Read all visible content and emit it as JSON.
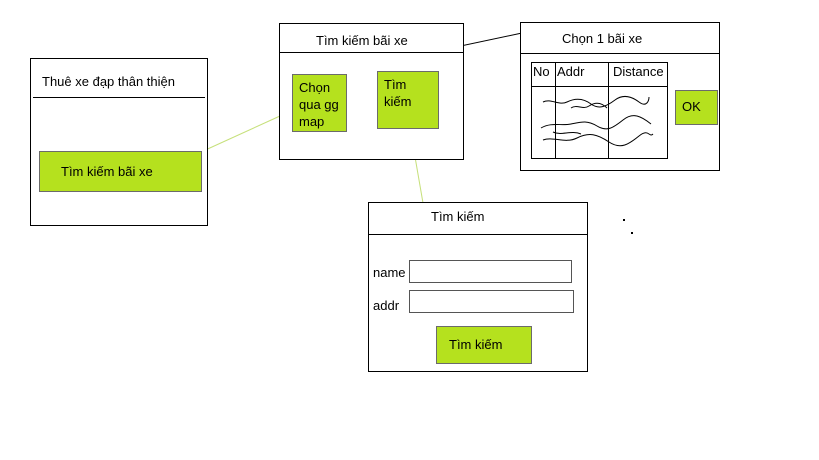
{
  "home": {
    "title": "Thuê xe đạp thân thiện",
    "search_button": "Tìm kiếm bãi xe"
  },
  "search_lot": {
    "title": "Tìm kiếm bãi xe",
    "map_button": "Chọn qua gg map",
    "search_button": "Tìm kiếm"
  },
  "choose_lot": {
    "title": "Chọn 1 bãi xe",
    "columns": [
      "No",
      "Addr",
      "Distance"
    ],
    "ok_button": "OK"
  },
  "search_form": {
    "title": "Tìm kiếm",
    "fields": [
      {
        "label": "name",
        "value": ""
      },
      {
        "label": "addr",
        "value": ""
      }
    ],
    "submit_button": "Tìm kiếm"
  },
  "colors": {
    "accent": "#b5e11e",
    "connector": "#c6e07a"
  }
}
